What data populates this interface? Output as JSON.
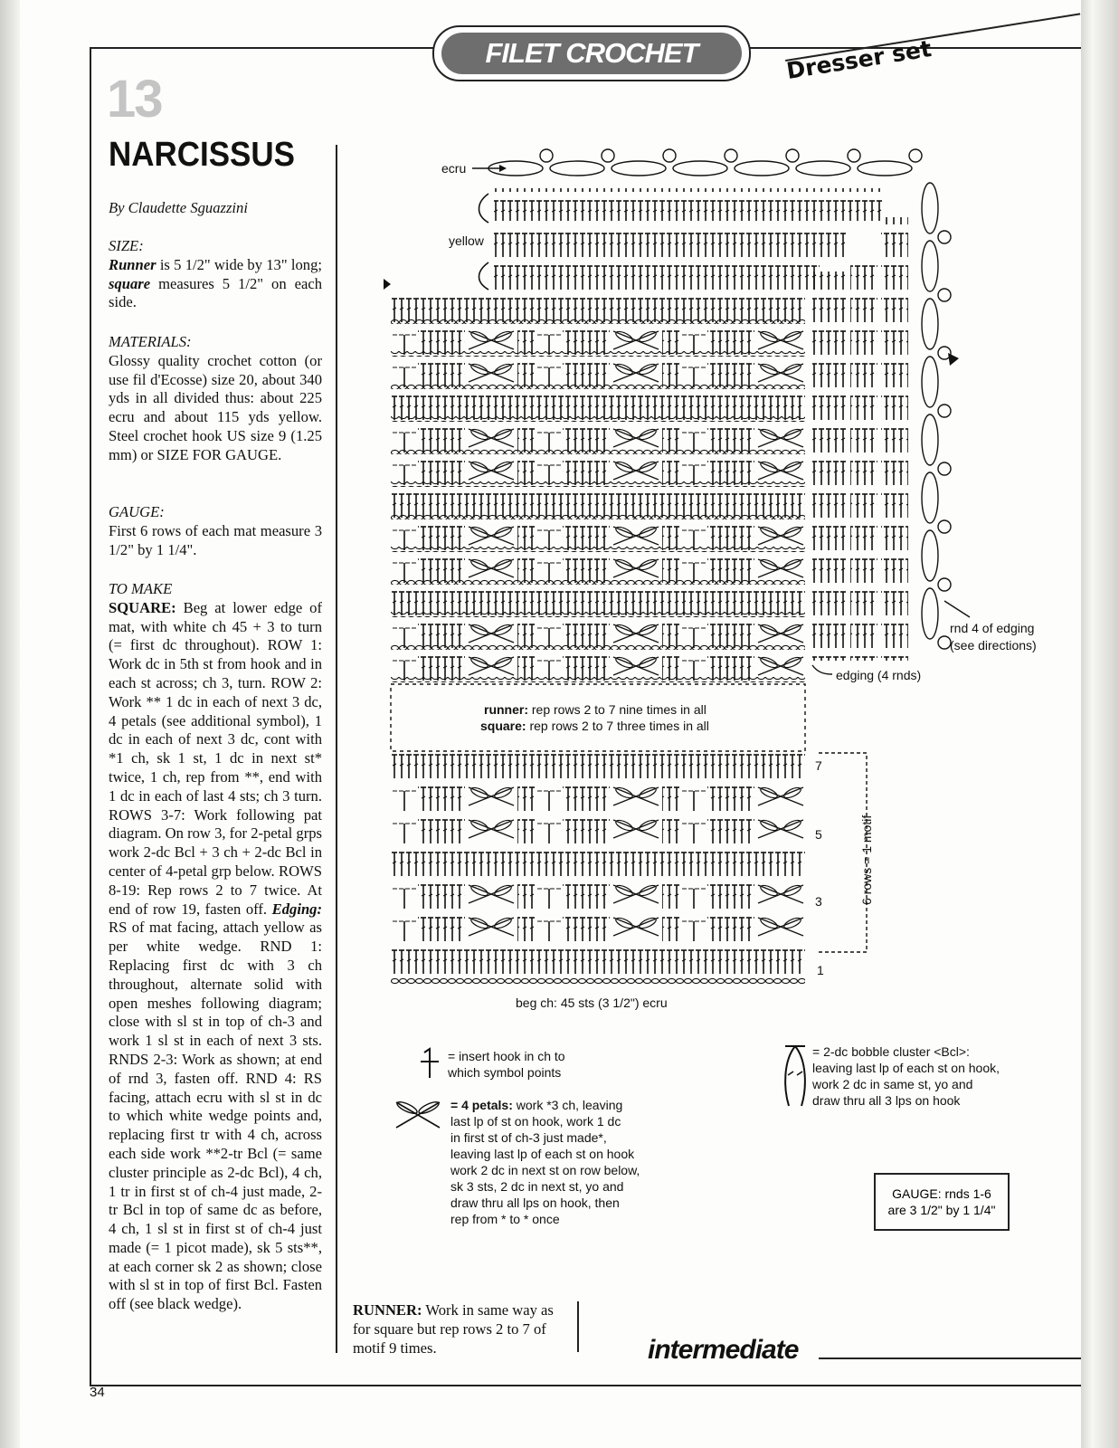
{
  "header": {
    "section": "FILET CROCHET",
    "subsection": "Dresser set",
    "pattern_number": "13"
  },
  "pattern": {
    "title": "NARCISSUS",
    "byline": "By Claudette Sguazzini"
  },
  "size": {
    "heading": "SIZE:",
    "runner_label": "Runner",
    "runner_text": " is 5 1/2\" wide by 13\" long; ",
    "square_label": "square",
    "square_text": " measures 5 1/2\" on each side."
  },
  "materials": {
    "heading": "MATERIALS:",
    "text": "Glossy quality crochet cotton (or use fil d'Ecosse) size 20, about 340 yds in all divided thus: about 225 ecru and about 115 yds yellow. Steel crochet hook US size 9 (1.25 mm) or SIZE FOR GAUGE."
  },
  "gauge": {
    "heading": "GAUGE:",
    "text": "First 6 rows of each mat measure 3 1/2\" by 1 1/4\"."
  },
  "instructions": {
    "heading": "TO MAKE",
    "square_label": "SQUARE:",
    "square_text": " Beg at lower edge of mat, with white ch 45 + 3 to turn (= first dc throughout). ROW 1: Work dc in 5th st from hook and in each st across; ch 3, turn. ROW 2: Work ** 1 dc in each of next 3 dc, 4 petals (see additional symbol), 1 dc in each of next 3 dc, cont with *1 ch, sk 1 st, 1 dc in next st* twice, 1 ch, rep from **, end with 1 dc in each of last 4 sts; ch 3 turn. ROWS 3-7: Work following pat diagram. On row 3, for 2-petal grps work 2-dc Bcl + 3 ch + 2-dc Bcl in center of 4-petal grp below. ROWS 8-19: Rep rows 2 to 7 twice. At end of row 19, fasten off. ",
    "edging_label": "Edging:",
    "edging_text": " RS of mat facing, attach yellow as per white wedge. RND 1: Replacing first dc with 3 ch throughout, alternate solid with open meshes following diagram; close with sl st in top of ch-3 and work 1 sl st in each of next 3 sts. RNDS 2-3: Work as shown; at end of rnd 3, fasten off. RND 4: RS facing, attach ecru with sl st in dc to which white wedge points and, replacing first tr with 4 ch, across each side work **2-tr Bcl (= same cluster principle as 2-dc Bcl), 4 ch, 1 tr in first st of ch-4 just made, 2-tr Bcl in top of same dc as before, 4 ch, 1 sl st in first st of ch-4 just made (= 1 picot made), sk 5 sts**, at each corner sk 2 as shown; close with sl st in top of first Bcl. Fasten off (see black wedge)."
  },
  "runner_note": {
    "label": "RUNNER:",
    "text": " Work in same way as for square but rep rows 2 to 7 of motif 9 times."
  },
  "diagram": {
    "label_ecru": "ecru",
    "label_yellow": "yellow",
    "label_rnd4_line1": "rnd 4 of edging",
    "label_rnd4_line2": "(see directions)",
    "label_edging": "edging (4 rnds)",
    "runner_label": "runner:",
    "runner_text": " rep rows 2 to 7 nine times in all",
    "square_label": "square:",
    "square_text": " rep rows 2 to 7 three times in all",
    "row_7": "7",
    "row_5": "5",
    "row_3": "3",
    "row_1": "1",
    "motif_label": "6 rows = 1 motif",
    "beg_ch": "beg ch: 45 sts (3 1/2\") ecru"
  },
  "legend": {
    "insert_text_1": "= insert hook in ch to",
    "insert_text_2": "which symbol points",
    "petals_label": "= 4 petals:",
    "petals_text_1": " work *3 ch, leaving",
    "petals_text_2": "last lp of st on hook, work 1 dc",
    "petals_text_3": "in first st of ch-3 just made*,",
    "petals_text_4": "leaving last lp of each st on hook",
    "petals_text_5": "work 2 dc in next st on row below,",
    "petals_text_6": "sk 3 sts, 2 dc in next st, yo and",
    "petals_text_7": "draw thru all lps on hook, then",
    "petals_text_8": "rep from * to * once",
    "bobble_1": "= 2-dc bobble cluster <Bcl>:",
    "bobble_2": "leaving last lp of each st on hook,",
    "bobble_3": "work 2 dc in same st, yo and",
    "bobble_4": "draw thru all 3 lps on hook",
    "gauge_box_1": "GAUGE: rnds 1-6",
    "gauge_box_2": "are 3 1/2\" by 1 1/4\""
  },
  "footer": {
    "page_number": "34",
    "level": "intermediate"
  }
}
